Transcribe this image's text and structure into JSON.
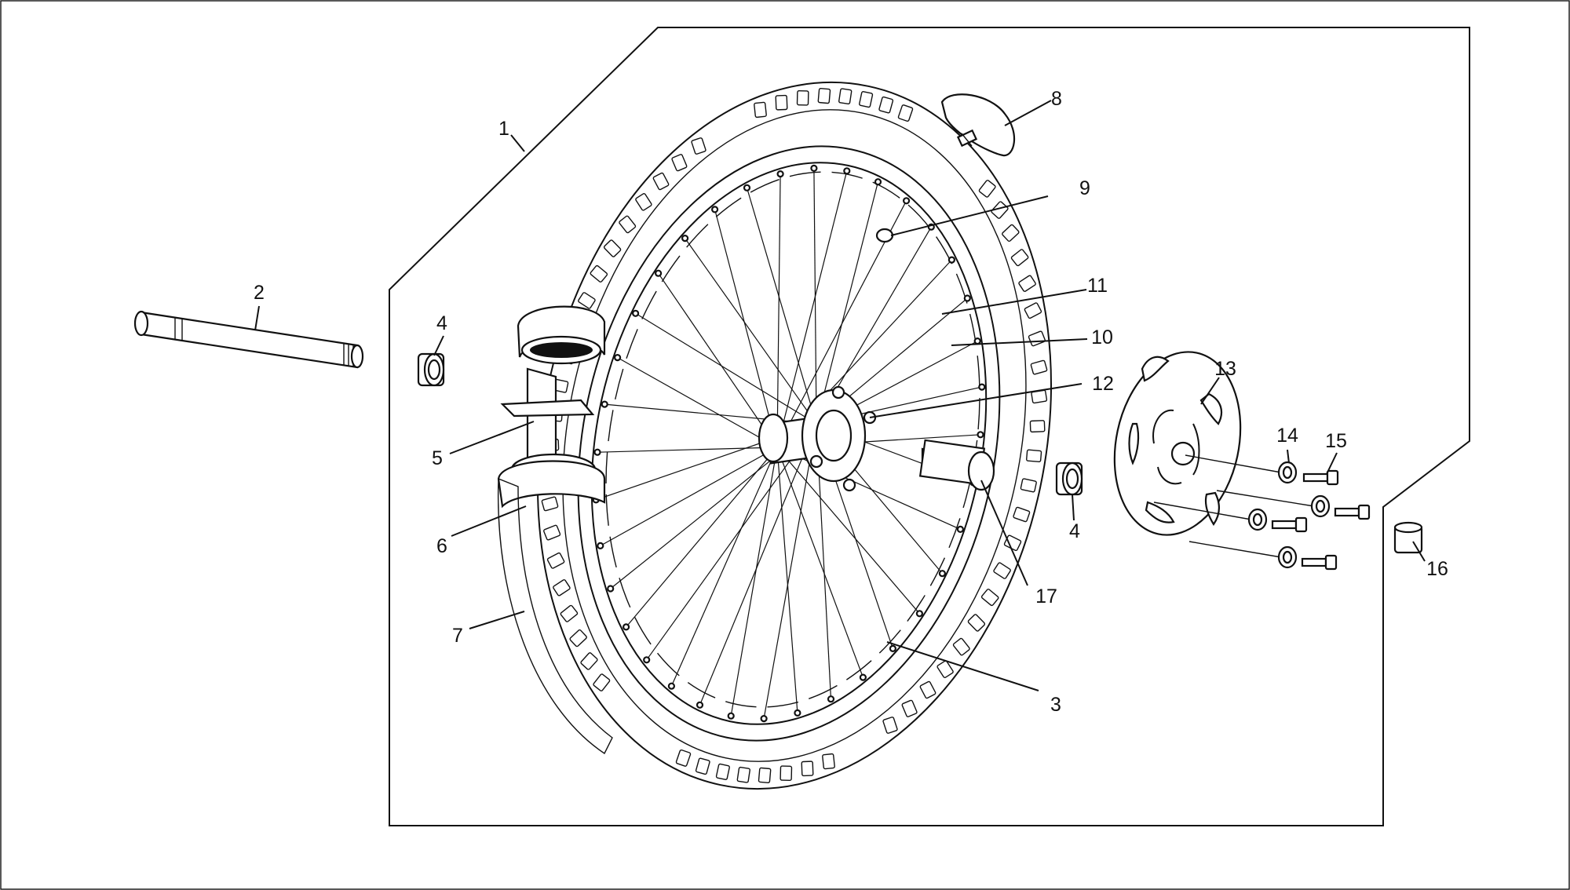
{
  "callouts": [
    {
      "id": "1",
      "text": "1"
    },
    {
      "id": "2",
      "text": "2"
    },
    {
      "id": "3",
      "text": "3"
    },
    {
      "id": "4a",
      "text": "4"
    },
    {
      "id": "4b",
      "text": "4"
    },
    {
      "id": "5",
      "text": "5"
    },
    {
      "id": "6",
      "text": "6"
    },
    {
      "id": "7",
      "text": "7"
    },
    {
      "id": "8",
      "text": "8"
    },
    {
      "id": "9",
      "text": "9"
    },
    {
      "id": "10",
      "text": "10"
    },
    {
      "id": "11",
      "text": "11"
    },
    {
      "id": "12",
      "text": "12"
    },
    {
      "id": "13",
      "text": "13"
    },
    {
      "id": "14",
      "text": "14"
    },
    {
      "id": "15",
      "text": "15"
    },
    {
      "id": "16",
      "text": "16"
    },
    {
      "id": "17",
      "text": "17"
    }
  ],
  "colors": {
    "line": "#111111",
    "background": "#ffffff"
  }
}
